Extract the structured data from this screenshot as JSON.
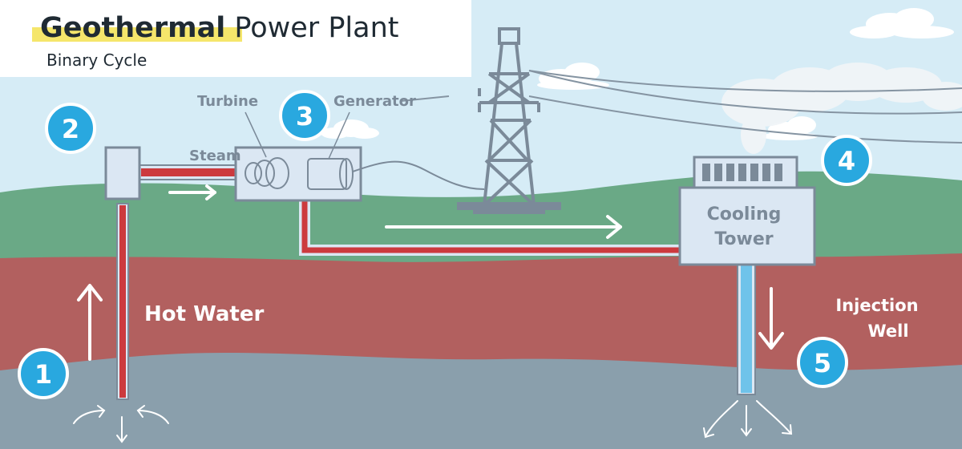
{
  "title": {
    "bold": "Geothermal",
    "rest": " Power Plant",
    "subtitle": "Binary Cycle"
  },
  "labels": {
    "turbine": "Turbine",
    "generator": "Generator",
    "steam": "Steam",
    "hot_water": "Hot Water",
    "cooling_tower_line1": "Cooling",
    "cooling_tower_line2": "Tower",
    "injection_line1": "Injection",
    "injection_line2": "Well"
  },
  "steps": [
    "1",
    "2",
    "3",
    "4",
    "5"
  ],
  "colors": {
    "sky": "#d6ecf6",
    "hills": "#6aa986",
    "hot_layer": "#b2605f",
    "rock_layer": "#8a9fac",
    "pipe_hot": "#cc3a3e",
    "pipe_cold": "#6fc3ea",
    "badge": "#29a8df",
    "equipment": "#dbe7f3",
    "outline": "#7b8a99",
    "highlight": "#f5e66b"
  }
}
